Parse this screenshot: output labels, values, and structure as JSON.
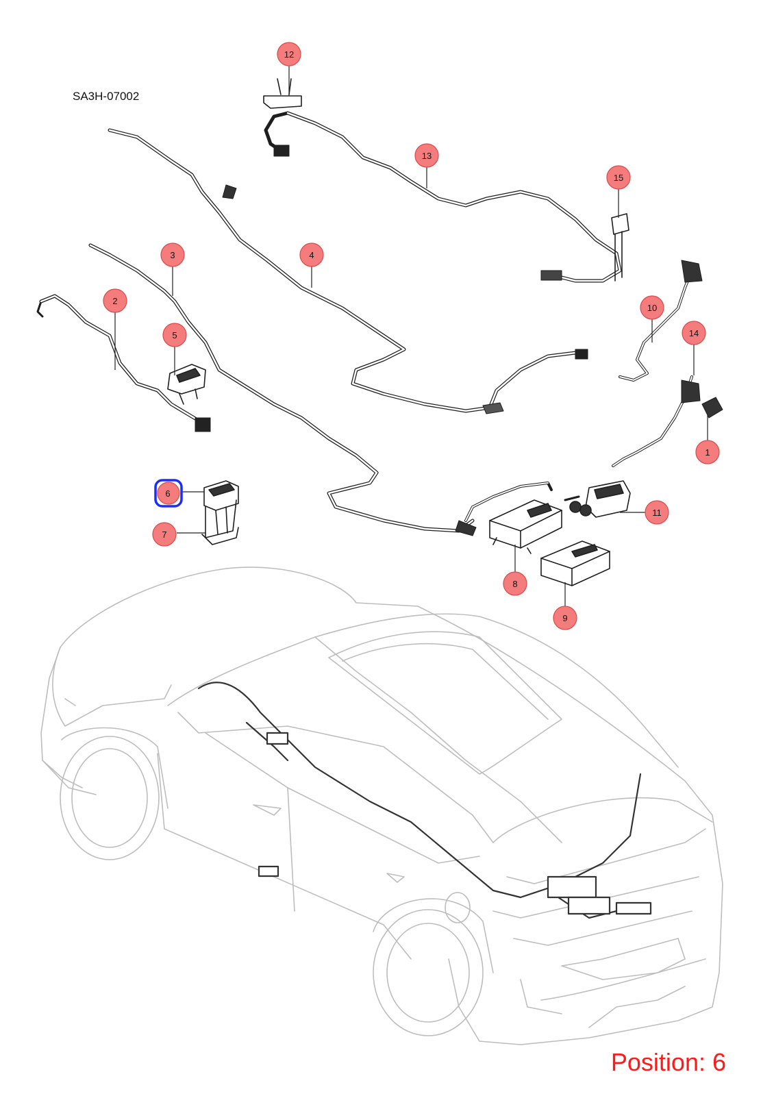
{
  "diagram_code": "SA3H-07002",
  "position_label": "Position: 6",
  "selected_callout": "6",
  "colors": {
    "callout_fill": "#f47c7c",
    "callout_stroke": "#d94a4a",
    "selected_outline": "#1a2cff",
    "position_text": "#ff1a1a",
    "line_art": "#222222",
    "vehicle_outline": "#bdbdbd"
  },
  "callouts": [
    {
      "label": "1"
    },
    {
      "label": "2"
    },
    {
      "label": "3"
    },
    {
      "label": "4"
    },
    {
      "label": "5"
    },
    {
      "label": "6"
    },
    {
      "label": "7"
    },
    {
      "label": "8"
    },
    {
      "label": "9"
    },
    {
      "label": "10"
    },
    {
      "label": "11"
    },
    {
      "label": "12"
    },
    {
      "label": "13"
    },
    {
      "label": "14"
    },
    {
      "label": "15"
    }
  ]
}
